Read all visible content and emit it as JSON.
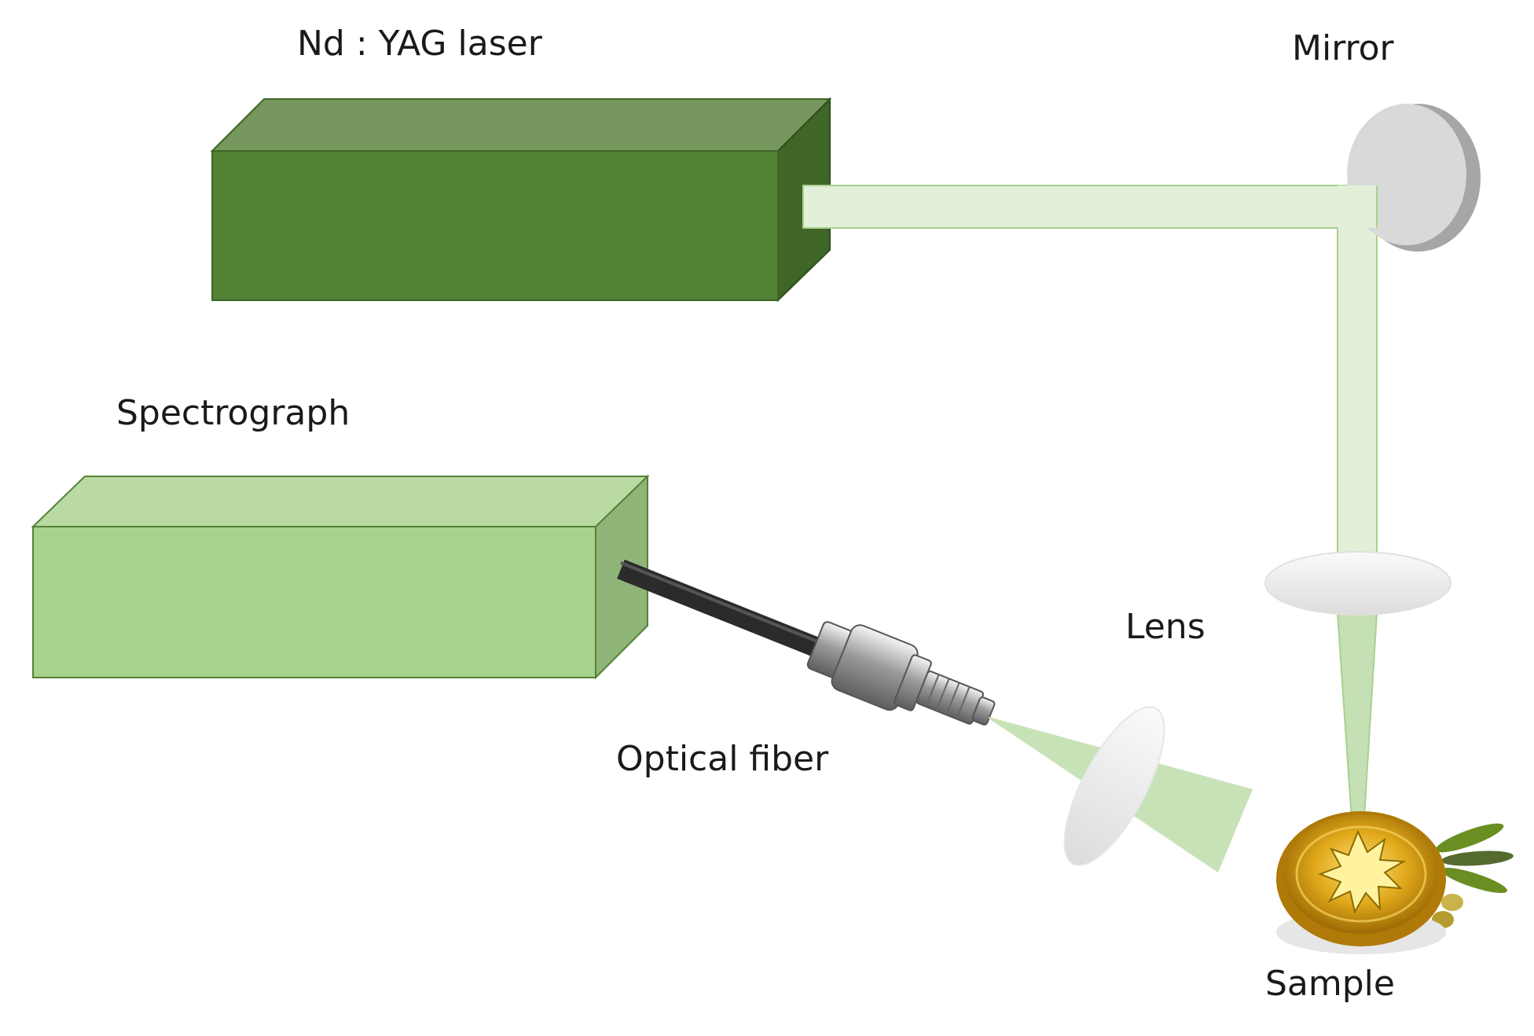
{
  "labels": {
    "laser": "Nd : YAG laser",
    "mirror": "Mirror",
    "spectrograph": "Spectrograph",
    "lens_top": "Lens",
    "optical_fiber": "Optical fiber",
    "sample": "Sample"
  },
  "colors": {
    "laser_front": "#548235",
    "laser_top": "#76985e",
    "laser_side": "#3f6626",
    "spectro_front": "#a9d18e",
    "spectro_top": "#b9dba3",
    "spectro_side": "#8fb478",
    "beam": "#e2f0d9",
    "beam_edge": "#a9d18e",
    "mirror_face": "#d9d9d9",
    "mirror_edge": "#a6a6a6",
    "oil": "#d4a017"
  }
}
